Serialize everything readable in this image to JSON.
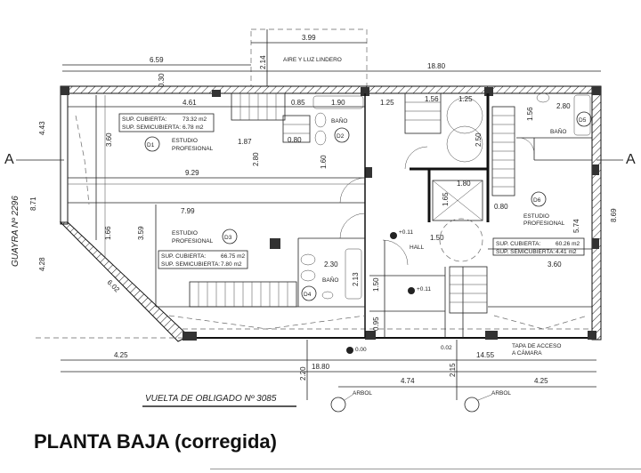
{
  "title": "PLANTA BAJA (corregida)",
  "streets": {
    "side": "GUAYRA Nº 2296",
    "front": "VUELTA DE OBLIGADO Nº 3085"
  },
  "section_marker": "A",
  "neighbor_label": "AIRE Y LUZ LINDERO",
  "units": [
    "D1",
    "D2",
    "D3",
    "D4",
    "D5",
    "D6"
  ],
  "rooms": {
    "estudio_1": "ESTUDIO",
    "estudio_2": "PROFESIONAL",
    "bano": "BAÑO",
    "hall": "HALL"
  },
  "areas": {
    "d1": {
      "cubierta_label": "SUP. CUBIERTA:",
      "cubierta": "73.32 m2",
      "semi_label": "SUP. SEMICUBIERTA:",
      "semi": "6.78 m2"
    },
    "d3": {
      "cubierta_label": "SUP. CUBIERTA:",
      "cubierta": "66.75 m2",
      "semi_label": "SUP. SEMICUBIERTA:",
      "semi": "7.80 m2"
    },
    "d6": {
      "cubierta_label": "SUP. CUBIERTA:",
      "cubierta": "60.26 m2",
      "semi_label": "SUP. SEMICUBIERTA:",
      "semi": "4.41 m2"
    }
  },
  "levels": [
    "+0.11",
    "+0.11",
    "0.00",
    "0.02"
  ],
  "tree_label": "ARBOL",
  "access_label": [
    "TAPA DE ACCESO",
    "A CÁMARA"
  ],
  "dims": [
    "3.99",
    "2.14",
    "6.59",
    "0.30",
    "18.80",
    "4.61",
    "0.85",
    "1.90",
    "1.25",
    "1.56",
    "1.25",
    "2.80",
    "1.56",
    "3.60",
    "1.87",
    "2.80",
    "1.60",
    "0.80",
    "2.50",
    "9.29",
    "1.80",
    "1.65",
    "0.80",
    "5.74",
    "8.69",
    "4.43",
    "8.71",
    "4.28",
    "7.99",
    "3.59",
    "1.66",
    "6.02",
    "1.50",
    "2.30",
    "2.13",
    "1.50",
    "0.95",
    "3.60",
    "4.25",
    "18.80",
    "14.55",
    "2.20",
    "2.15",
    "4.74",
    "4.25"
  ]
}
